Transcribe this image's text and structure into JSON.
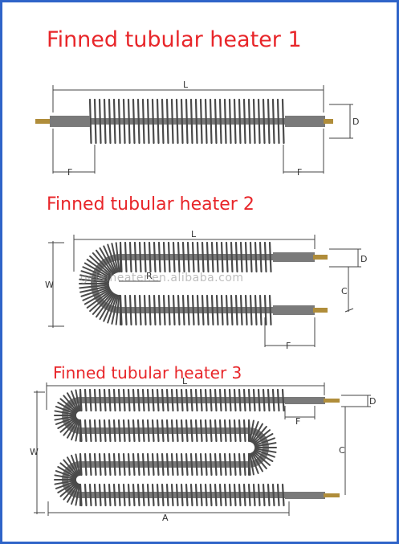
{
  "titles": {
    "heater1": "Finned tubular heater 1",
    "heater2": "Finned tubular heater 2",
    "heater3": "Finned tubular heater 3"
  },
  "watermark": "gelaiheater.en.alibaba.com",
  "dimension_labels": {
    "length": "L",
    "diameter": "D",
    "fin_free_end": "F",
    "radius": "R",
    "width": "W",
    "center_distance": "C",
    "pitch": "A"
  },
  "colors": {
    "title": "#e8262a",
    "frame": "#2f64c8",
    "fin": "#4a4a4a",
    "tube": "#7a7a7a"
  }
}
